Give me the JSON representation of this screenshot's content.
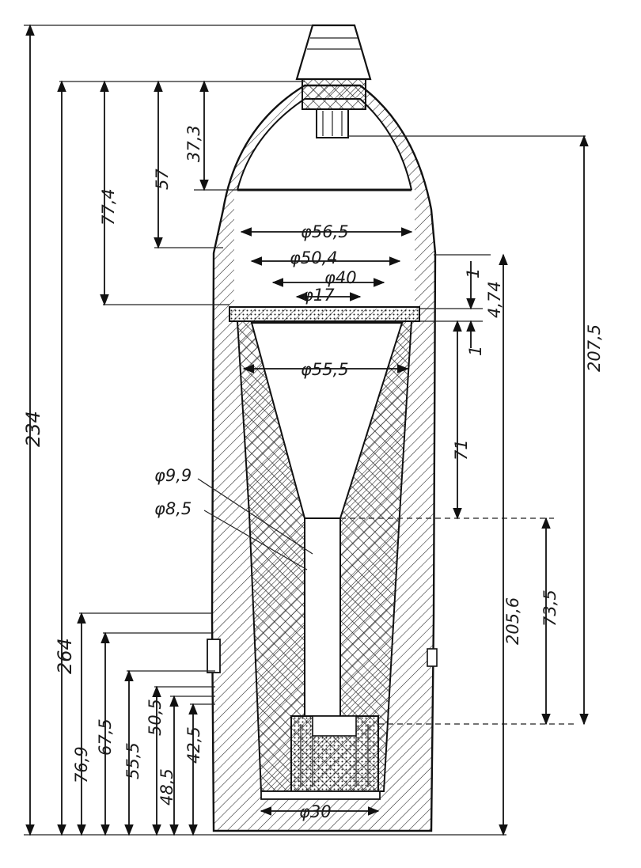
{
  "drawing": {
    "ink_color": "#111111",
    "paper_color": "#ffffff",
    "vertical_dimensions": {
      "overall_length": "234",
      "body_length": "264",
      "ogive_length": "77,4",
      "head_cavity_depth": "57",
      "fuze_seat_depth": "37,3",
      "base_step_1": "76,9",
      "base_step_2": "67,5",
      "base_step_3": "55,5",
      "base_step_4": "50,5",
      "base_step_5": "48,5",
      "base_step_6": "42,5",
      "right_upper": "207,5",
      "right_lower": "205,6",
      "cone_length": "71",
      "tube_length": "73,5",
      "wall_1": "1",
      "wall_2": "4,74",
      "wall_3": "1"
    },
    "diameters": {
      "d_56_5": "φ56,5",
      "d_50_4": "φ50,4",
      "d_40": "φ40",
      "d_17": "φ17",
      "d_55_5": "φ55,5",
      "d_9_9": "φ9,9",
      "d_8_5": "φ8,5",
      "d_30": "φ30"
    }
  }
}
